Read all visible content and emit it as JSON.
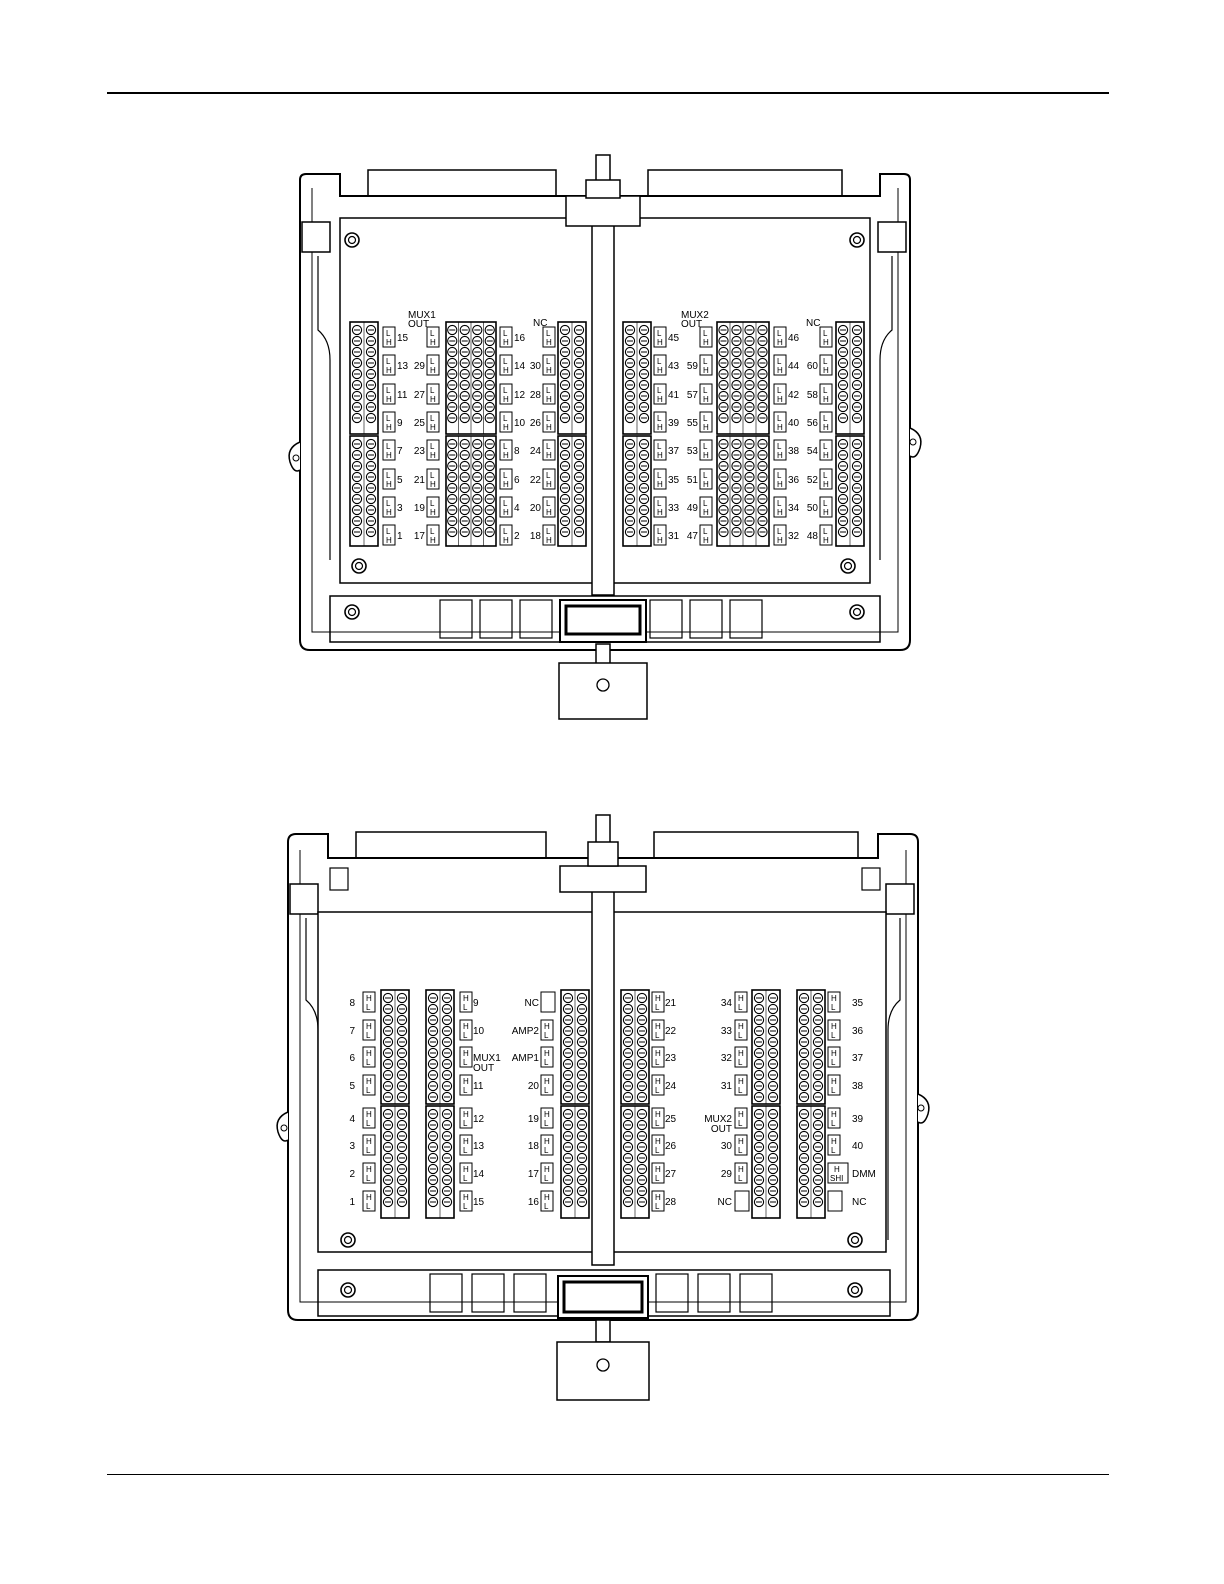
{
  "figure1": {
    "mux_label": [
      "MUX1",
      "OUT",
      "MUX2",
      "OUT"
    ],
    "nc_labels": [
      "NC",
      "NC"
    ],
    "channels": {
      "col_a": [
        "15",
        "13",
        "11",
        "9",
        "7",
        "5",
        "3",
        "1"
      ],
      "col_b": [
        "29",
        "27",
        "25",
        "23",
        "21",
        "19",
        "17"
      ],
      "col_c": [
        "16",
        "14",
        "12",
        "10",
        "8",
        "6",
        "4",
        "2"
      ],
      "col_d": [
        "30",
        "28",
        "26",
        "24",
        "22",
        "20",
        "18"
      ],
      "col_e": [
        "45",
        "43",
        "41",
        "39",
        "37",
        "35",
        "33",
        "31"
      ],
      "col_f": [
        "59",
        "57",
        "55",
        "53",
        "51",
        "49",
        "47"
      ],
      "col_g": [
        "46",
        "44",
        "42",
        "40",
        "38",
        "36",
        "34",
        "32"
      ],
      "col_h": [
        "60",
        "58",
        "56",
        "54",
        "52",
        "50",
        "48"
      ]
    },
    "lh_top": "L",
    "lh_bottom": "H"
  },
  "figure2": {
    "left_a": [
      "8",
      "7",
      "6",
      "5",
      "4",
      "3",
      "2",
      "1"
    ],
    "left_b": [
      "9",
      "10",
      "MUX1",
      "11",
      "12",
      "13",
      "14",
      "15"
    ],
    "left_b_sub": "OUT",
    "mid_a": [
      "NC",
      "AMP2",
      "AMP1",
      "20",
      "19",
      "18",
      "17",
      "16"
    ],
    "mid_b": [
      "21",
      "22",
      "23",
      "24",
      "25",
      "26",
      "27",
      "28"
    ],
    "right_a": [
      "34",
      "33",
      "32",
      "31",
      "MUX2",
      "30",
      "29",
      "NC"
    ],
    "right_a_sub": "OUT",
    "right_b": [
      "35",
      "36",
      "37",
      "38",
      "39",
      "40",
      "DMM",
      "NC"
    ],
    "hl_top": "H",
    "hl_bottom": "L",
    "shi_label": "SHI"
  }
}
